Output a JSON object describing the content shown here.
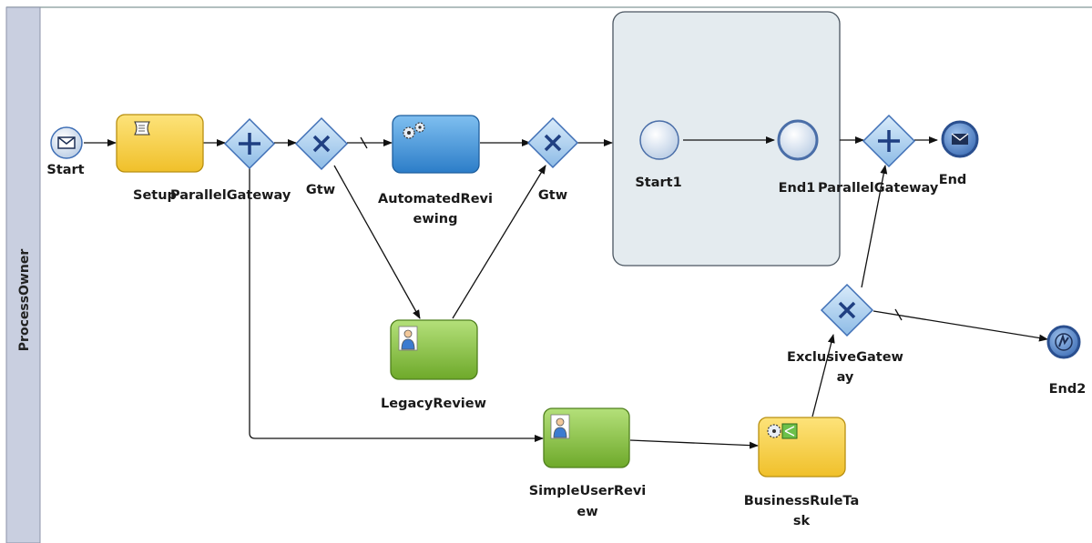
{
  "lane": {
    "label": "ProcessOwner"
  },
  "nodes": {
    "start": {
      "label": "Start",
      "icon": "envelope-icon"
    },
    "setup": {
      "label": "Setup",
      "icon": "script-icon"
    },
    "parallel_gateway_1": {
      "label": "ParallelGateway",
      "icon": "plus-icon"
    },
    "gtw_1": {
      "label": "Gtw",
      "icon": "x-icon"
    },
    "automated_reviewing": {
      "label_line1": "AutomatedRevi",
      "label_line2": "ewing",
      "icon": "gears-icon"
    },
    "gtw_2": {
      "label": "Gtw",
      "icon": "x-icon"
    },
    "start1": {
      "label": "Start1"
    },
    "end1": {
      "label": "End1"
    },
    "parallel_gateway_2": {
      "label": "ParallelGateway",
      "icon": "plus-icon"
    },
    "end": {
      "label": "End",
      "icon": "envelope-icon"
    },
    "legacy_review": {
      "label": "LegacyReview",
      "icon": "user-icon"
    },
    "simple_user_review": {
      "label_line1": "SimpleUserRevi",
      "label_line2": "ew",
      "icon": "user-icon"
    },
    "business_rule_task": {
      "label_line1": "BusinessRuleTa",
      "label_line2": "sk",
      "icon": "business-rule-icon"
    },
    "exclusive_gateway": {
      "label_line1": "ExclusiveGatew",
      "label_line2": "ay",
      "icon": "x-icon"
    },
    "end2": {
      "label": "End2",
      "icon": "lightning-icon"
    }
  },
  "colors": {
    "lane_band": "#c9cfe0",
    "script_task": "#f7d23c",
    "service_task": "#3b8fd6",
    "user_task": "#8cc43e",
    "gateway": "#5f9fd8",
    "subprocess": "#e4ebef"
  }
}
